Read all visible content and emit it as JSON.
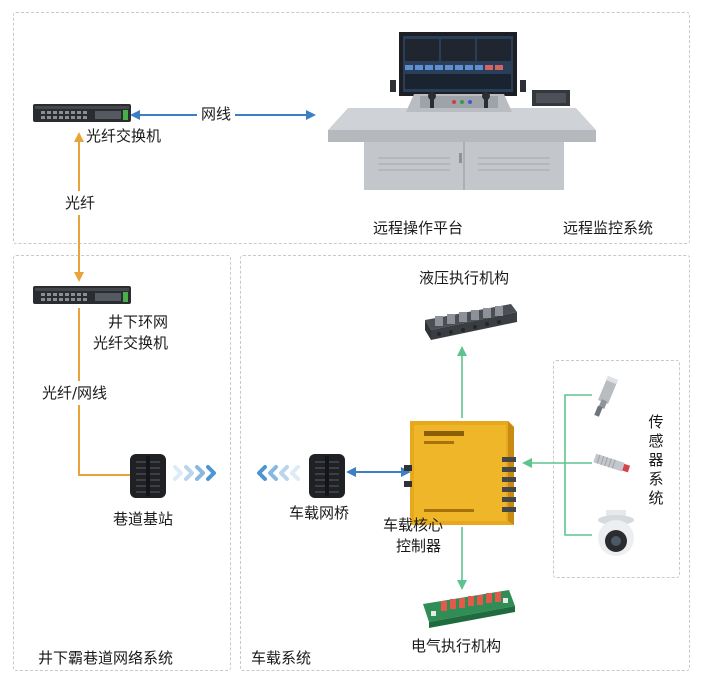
{
  "regions": {
    "remote_monitor": "远程监控系统",
    "underground_network": "井下霸巷道网络系统",
    "vehicle_system": "车载系统"
  },
  "devices": {
    "fiber_switch": "光纤交换机",
    "remote_platform": "远程操作平台",
    "ring_switch_line1": "井下环网",
    "ring_switch_line2": "光纤交换机",
    "base_station": "巷道基站",
    "vehicle_bridge": "车载网桥",
    "core_controller_line1": "车载核心",
    "core_controller_line2": "控制器",
    "hydraulic": "液压执行机构",
    "electric": "电气执行机构",
    "sensor_system": [
      "传",
      "感",
      "器",
      "系",
      "统"
    ]
  },
  "links": {
    "ethernet": "网线",
    "fiber": "光纤",
    "fiber_or_ethernet": "光纤/网线"
  },
  "colors": {
    "fiber_link": "#e8a33a",
    "ethernet_link": "#3d7fc4",
    "control_link": "#5ec48f"
  }
}
